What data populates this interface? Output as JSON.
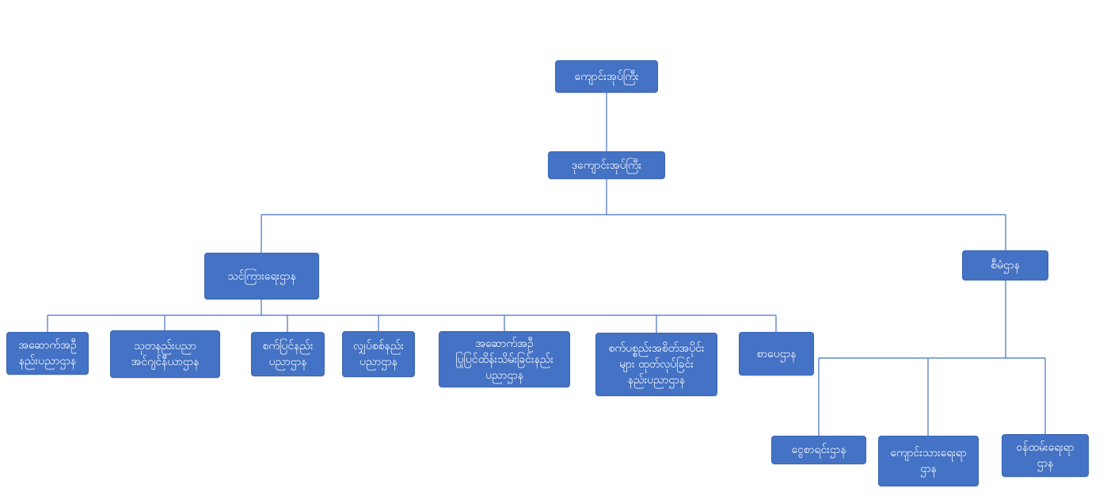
{
  "diagram": {
    "nodes": {
      "principal": "ကျောင်းအုပ်ကြီး",
      "vice_principal": "ဒုကျောင်းအုပ်ကြီး",
      "academic": "သင်ကြားရေးဌာန",
      "administration": "စီမံဌာန",
      "dept_1": "အဆောက်အဦ\nနည်းပညာဌာန",
      "dept_2": "သုတနည်းပညာ\nအင်ဂျင်နီယာဌာန",
      "dept_3": "စက်ပြင်နည်း\nပညာဌာန",
      "dept_4": "လျှပ်စစ်နည်း\nပညာဌာန",
      "dept_5": "အဆောက်အဦ\nပြုပြင်ထိန်းသိမ်းခြင်းနည်း\nပညာဌာန",
      "dept_6": "စက်ပစ္စည်းအစိတ်အပိုင်း\nများ ထုတ်လုပ်ခြင်း\nနည်းပညာဌာန",
      "dept_7": "စာပေဌာန",
      "admin_1": "ငွေစာရင်းဌာန",
      "admin_2": "ကျောင်းသားရေးရာ\nဌာန",
      "admin_3": "ဝန်ထမ်းရေးရာ\nဌာန"
    },
    "colors": {
      "node_fill": "#4472c4",
      "node_text": "#ffffff",
      "connector": "#4472c4"
    }
  }
}
